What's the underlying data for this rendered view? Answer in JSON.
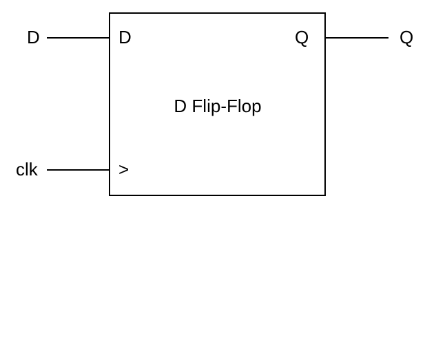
{
  "diagram": {
    "title": "D Flip-Flop",
    "inputs": {
      "data": {
        "signal": "D",
        "pin": "D"
      },
      "clock": {
        "signal": "clk",
        "pin": ">"
      }
    },
    "outputs": {
      "q": {
        "signal": "Q",
        "pin": "Q"
      }
    },
    "colors": {
      "stroke": "#000000",
      "background": "#ffffff",
      "text": "#000000"
    }
  }
}
